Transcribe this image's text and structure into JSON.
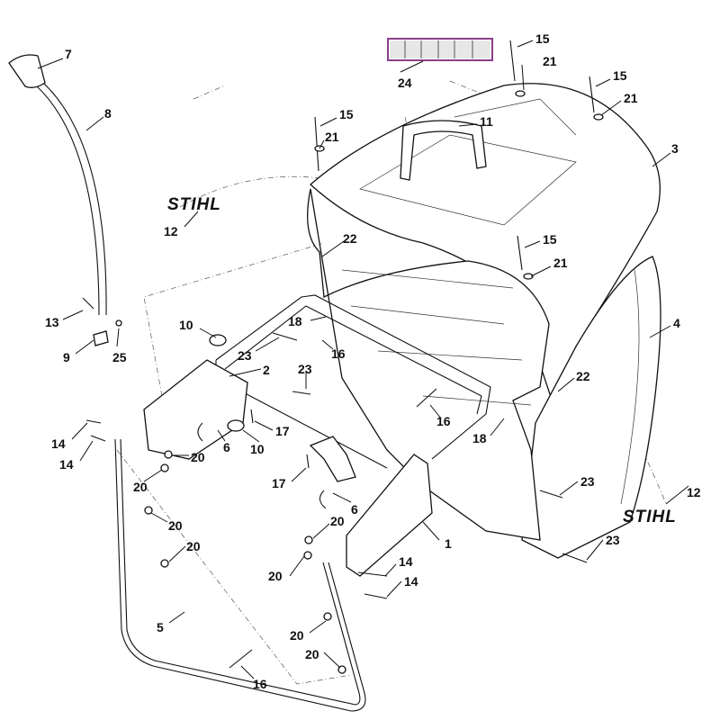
{
  "diagram": {
    "logo_text": "STIHL",
    "callouts": [
      "7",
      "8",
      "24",
      "15",
      "21",
      "15",
      "21",
      "15",
      "21",
      "11",
      "3",
      "12",
      "22",
      "15",
      "21",
      "4",
      "10",
      "18",
      "16",
      "13",
      "9",
      "25",
      "23",
      "2",
      "23",
      "22",
      "16",
      "18",
      "14",
      "14",
      "20",
      "6",
      "10",
      "17",
      "20",
      "17",
      "6",
      "23",
      "12",
      "20",
      "20",
      "20",
      "1",
      "23",
      "14",
      "14",
      "20",
      "5",
      "20",
      "20",
      "16"
    ]
  }
}
